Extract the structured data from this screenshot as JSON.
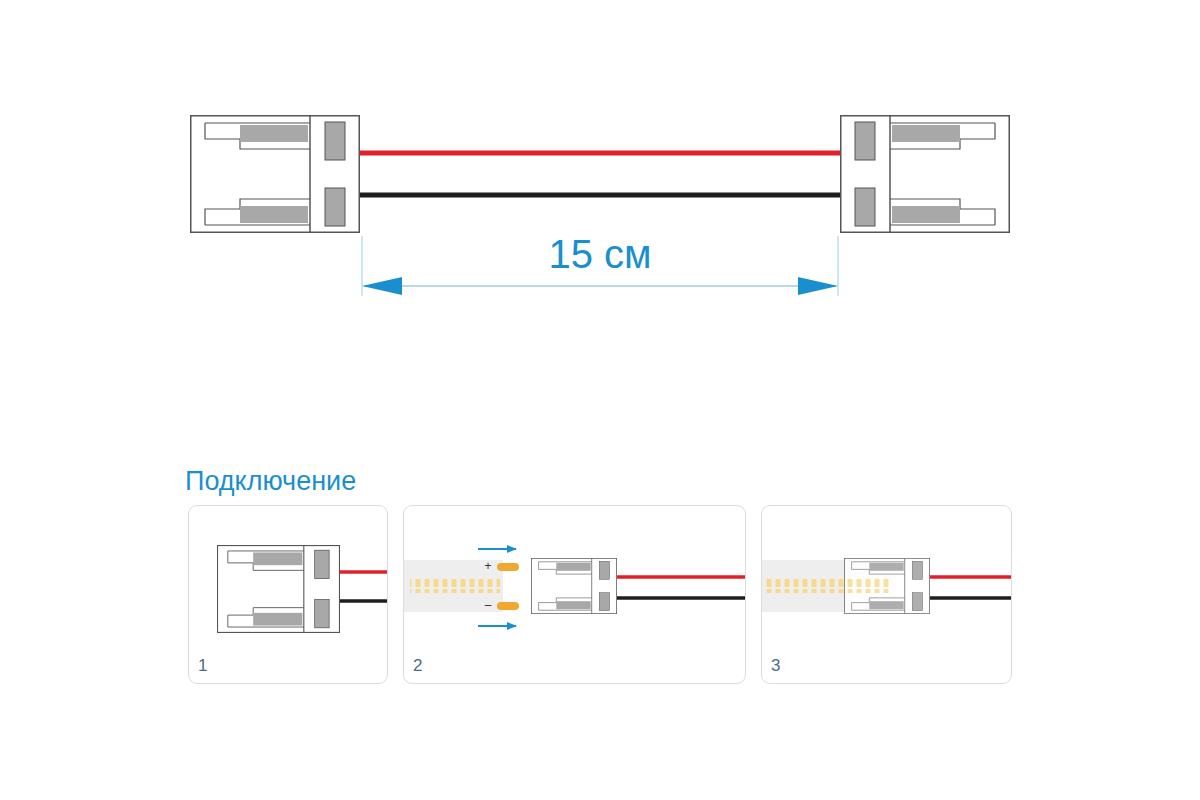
{
  "diagram": {
    "title": "Подключение",
    "nodes": [
      {
        "text": [
          "1"
        ]
      },
      {
        "text": [
          "2"
        ]
      },
      {
        "text": [
          "3"
        ]
      }
    ],
    "labels": [
      "15 см",
      "+",
      "–"
    ]
  }
}
